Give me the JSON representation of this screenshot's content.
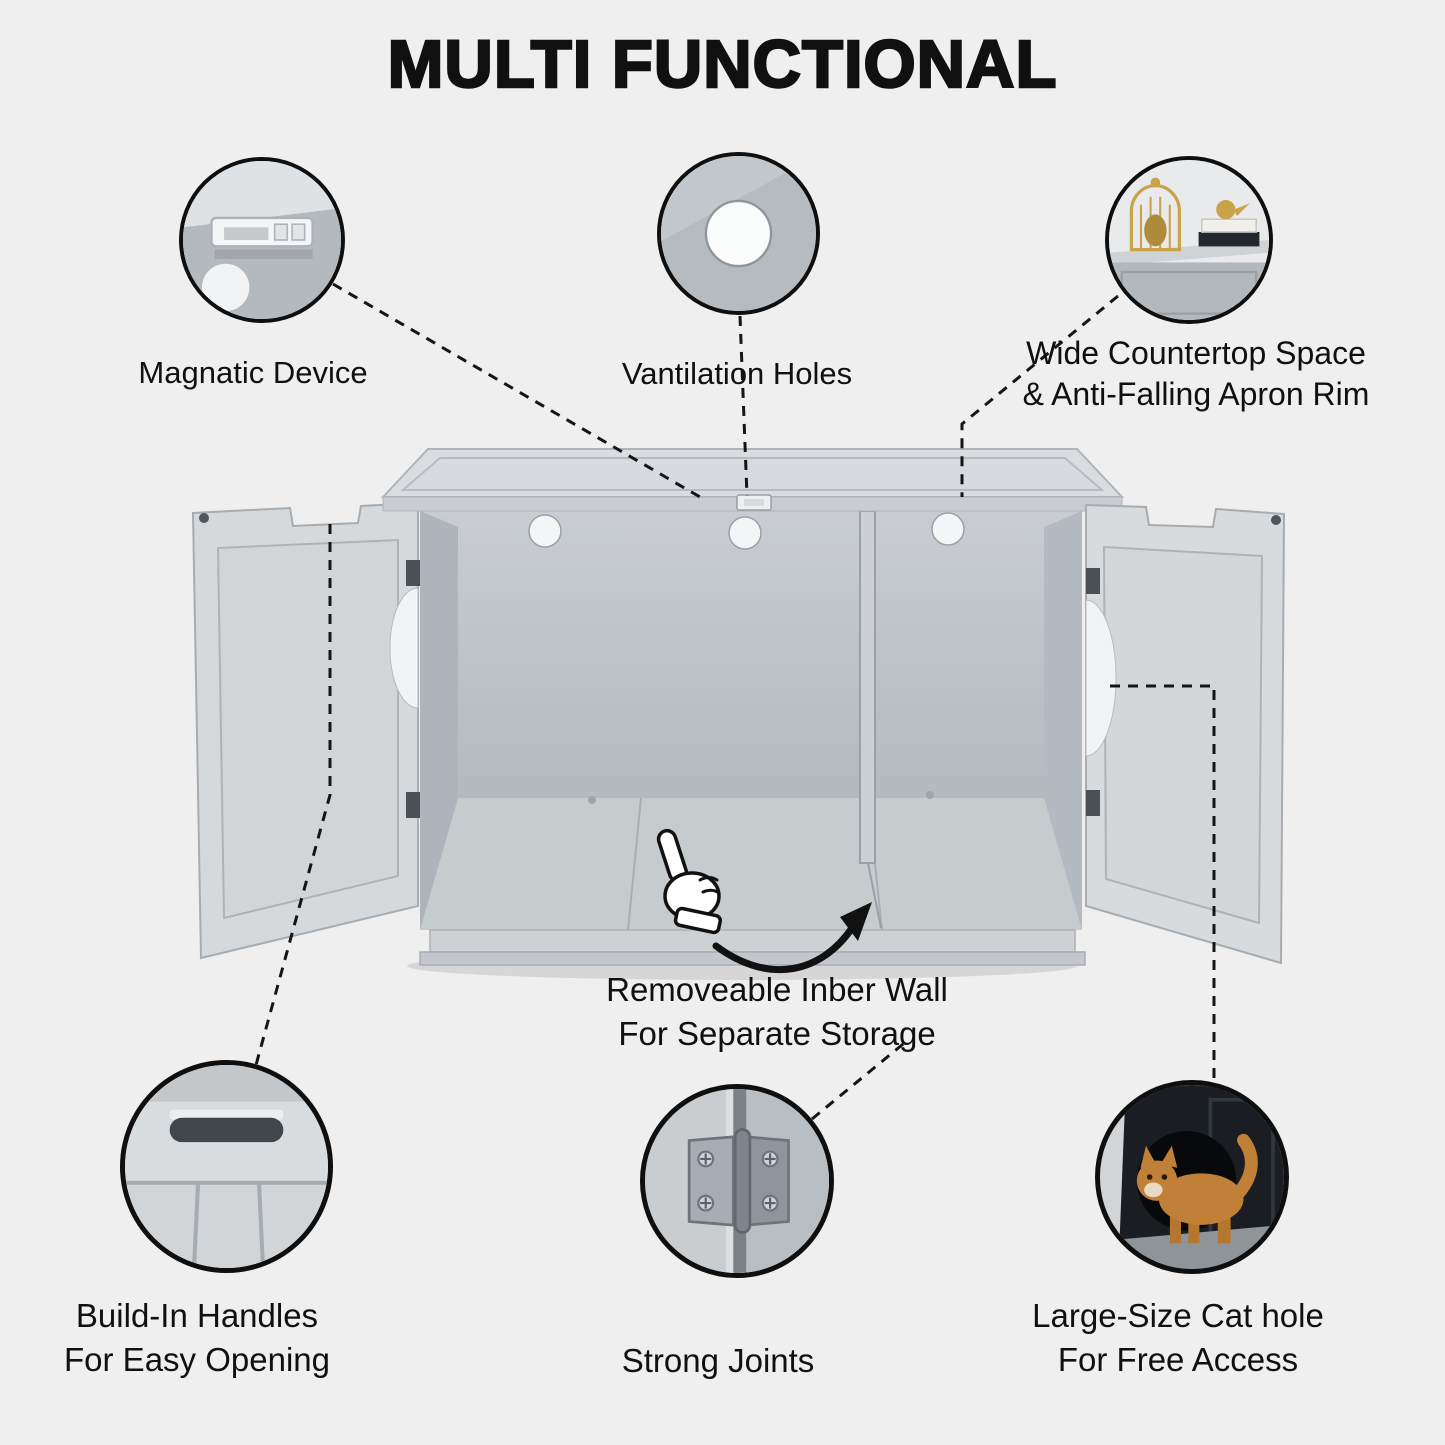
{
  "title": "MULTI FUNCTIONAL",
  "callouts": {
    "magnetic": {
      "label": "Magnatic Device"
    },
    "ventilation": {
      "label": "Vantilation Holes"
    },
    "countertop": {
      "line1": "Wide Countertop Space",
      "line2": "& Anti-Falling Apron Rim"
    },
    "handles": {
      "line1": "Build-In Handles",
      "line2": "For Easy Opening"
    },
    "joints": {
      "label": "Strong Joints"
    },
    "cathole": {
      "line1": "Large-Size Cat hole",
      "line2": "For Free Access"
    }
  },
  "center_note": {
    "line1": "Removeable Inber Wall",
    "line2": "For Separate Storage"
  },
  "icons": {
    "magnetic": "magnetic-catch-icon",
    "ventilation": "vent-hole-icon",
    "countertop": "countertop-decor-icon",
    "handles": "handle-slot-icon",
    "joints": "hinge-icon",
    "cathole": "cat-walking-icon",
    "pointer": "pointing-hand-icon",
    "arrow": "curved-arrow-icon"
  },
  "colors": {
    "background": "#efefef",
    "text": "#101010",
    "line": "#151515",
    "cabinet_light": "#dadde0",
    "cabinet_mid": "#c6cbce",
    "cabinet_dark": "#aab0b5",
    "cat_orange": "#c08038",
    "gold": "#c9a24a"
  }
}
